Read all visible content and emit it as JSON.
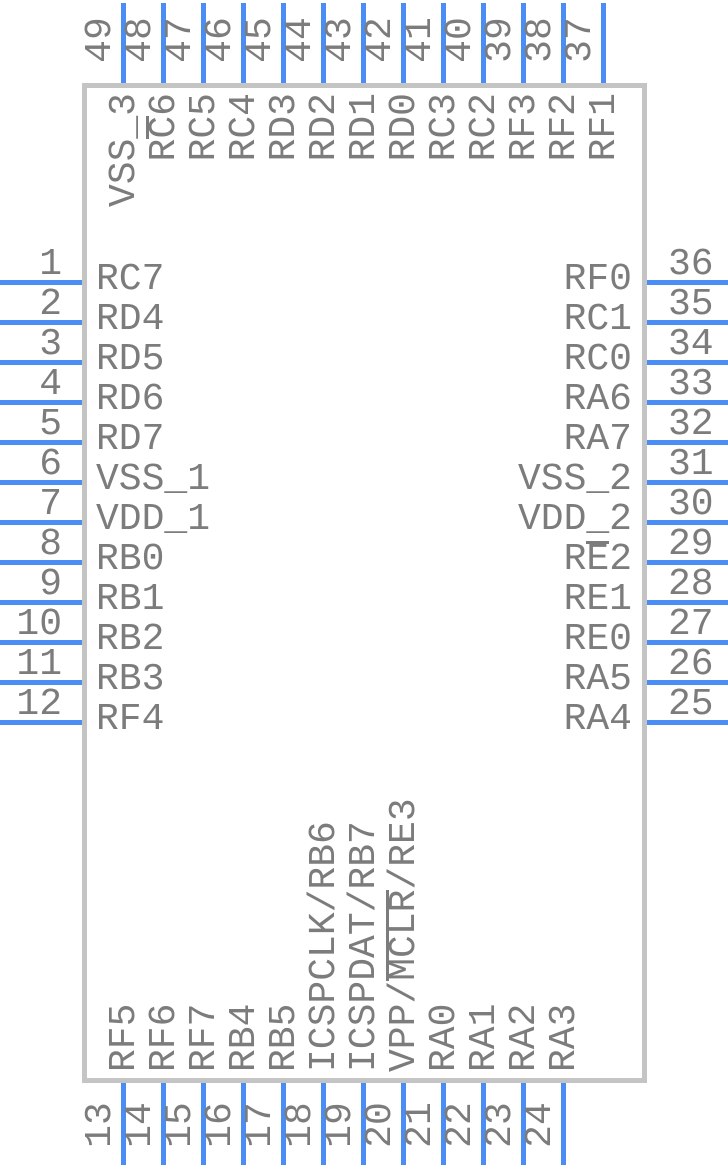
{
  "diagram": {
    "type": "ic-pinout",
    "colors": {
      "pin_line": "#4a8df5",
      "text": "#7c7c7c",
      "body_border": "#c4c4c4",
      "body_fill": "#ffffff",
      "background": "#ffffff"
    },
    "sides": {
      "top": {
        "pins": [
          {
            "number": "49",
            "label": "VSS_3"
          },
          {
            "number": "48",
            "label": "RC6",
            "bar": [
              1,
              2
            ]
          },
          {
            "number": "47",
            "label": "RC5"
          },
          {
            "number": "46",
            "label": "RC4"
          },
          {
            "number": "45",
            "label": "RD3"
          },
          {
            "number": "44",
            "label": "RD2"
          },
          {
            "number": "43",
            "label": "RD1"
          },
          {
            "number": "42",
            "label": "RD0"
          },
          {
            "number": "41",
            "label": "RC3"
          },
          {
            "number": "40",
            "label": "RC2"
          },
          {
            "number": "39",
            "label": "RF3"
          },
          {
            "number": "38",
            "label": "RF2"
          },
          {
            "number": "37",
            "label": "RF1"
          }
        ]
      },
      "left": {
        "pins": [
          {
            "number": "1",
            "label": "RC7"
          },
          {
            "number": "2",
            "label": "RD4"
          },
          {
            "number": "3",
            "label": "RD5"
          },
          {
            "number": "4",
            "label": "RD6"
          },
          {
            "number": "5",
            "label": "RD7"
          },
          {
            "number": "6",
            "label": "VSS_1"
          },
          {
            "number": "7",
            "label": "VDD_1"
          },
          {
            "number": "8",
            "label": "RB0"
          },
          {
            "number": "9",
            "label": "RB1"
          },
          {
            "number": "10",
            "label": "RB2"
          },
          {
            "number": "11",
            "label": "RB3"
          },
          {
            "number": "12",
            "label": "RF4"
          }
        ]
      },
      "right": {
        "pins": [
          {
            "number": "36",
            "label": "RF0"
          },
          {
            "number": "35",
            "label": "RC1"
          },
          {
            "number": "34",
            "label": "RC0"
          },
          {
            "number": "33",
            "label": "RA6"
          },
          {
            "number": "32",
            "label": "RA7"
          },
          {
            "number": "31",
            "label": "VSS_2"
          },
          {
            "number": "30",
            "label": "VDD_2"
          },
          {
            "number": "29",
            "label": "RE2",
            "bar": [
              1,
              2
            ]
          },
          {
            "number": "28",
            "label": "RE1"
          },
          {
            "number": "27",
            "label": "RE0"
          },
          {
            "number": "26",
            "label": "RA5"
          },
          {
            "number": "25",
            "label": "RA4"
          }
        ]
      },
      "bottom": {
        "pins": [
          {
            "number": "13",
            "label": "RF5"
          },
          {
            "number": "14",
            "label": "RF6"
          },
          {
            "number": "15",
            "label": "RF7"
          },
          {
            "number": "16",
            "label": "RB4"
          },
          {
            "number": "17",
            "label": "RB5"
          },
          {
            "number": "18",
            "label": "ICSPCLK/RB6"
          },
          {
            "number": "19",
            "label": "ICSPDAT/RB7"
          },
          {
            "number": "20",
            "label": "VPP/MCLR/RE3",
            "bar": [
              4,
              8
            ]
          },
          {
            "number": "21",
            "label": "RA0"
          },
          {
            "number": "22",
            "label": "RA1"
          },
          {
            "number": "23",
            "label": "RA2"
          },
          {
            "number": "24",
            "label": "RA3"
          }
        ]
      }
    }
  }
}
